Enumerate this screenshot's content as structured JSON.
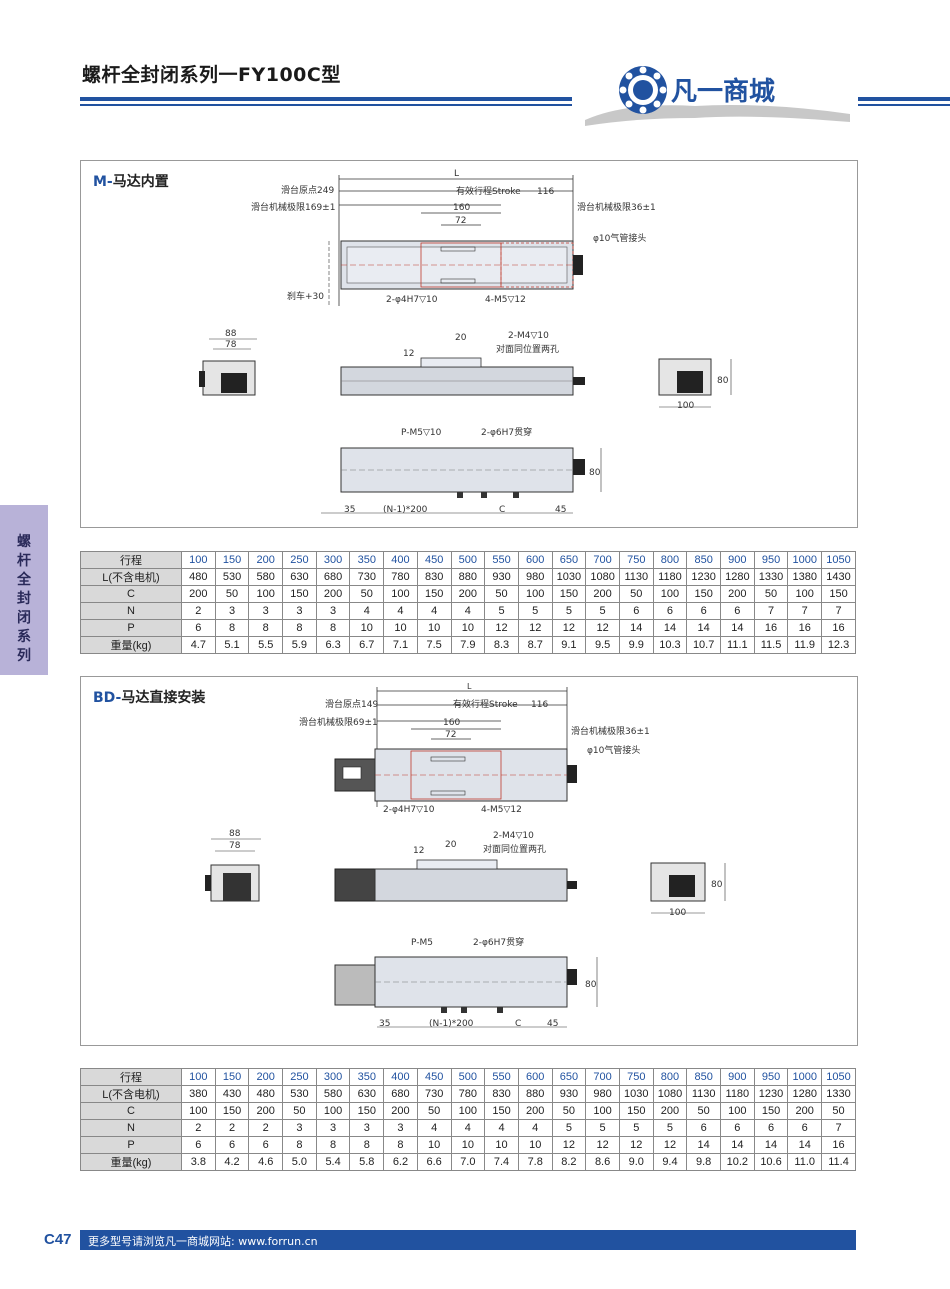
{
  "header": {
    "title": "螺杆全封闭系列一FY100C型",
    "logo_text": "凡一商城"
  },
  "side_tab": {
    "label": "螺杆全封闭系列",
    "chars": [
      "螺",
      "杆",
      "全",
      "封",
      "闭",
      "系",
      "列"
    ]
  },
  "section_m": {
    "code": "M-",
    "title": "马达内置",
    "labels": {
      "L": "L",
      "origin": "滑台原点249",
      "mech_limit_left": "滑台机械极限169±1",
      "stroke": "有效行程Stroke",
      "dim116": "116",
      "dim160": "160",
      "dim72": "72",
      "mech_limit_right": "滑台机械极限36±1",
      "air": "φ10气管接头",
      "brake": "刹车+30",
      "hole1": "2-φ4H7▽10",
      "hole2": "4-M5▽12",
      "dim88": "88",
      "dim78": "78",
      "dim20": "20",
      "m4": "2-M4▽10",
      "opp": "对面同位置两孔",
      "dim12": "12",
      "dim80": "80",
      "dim100": "100",
      "pm5": "P-M5▽10",
      "h6": "2-φ6H7贯穿",
      "dim35": "35",
      "n200": "(N-1)*200",
      "C": "C",
      "dim45": "45",
      "dim80b": "80"
    }
  },
  "table_m": {
    "row_heads": [
      "行程",
      "L(不含电机)",
      "C",
      "N",
      "P",
      "重量(kg)"
    ],
    "stroke": [
      "100",
      "150",
      "200",
      "250",
      "300",
      "350",
      "400",
      "450",
      "500",
      "550",
      "600",
      "650",
      "700",
      "750",
      "800",
      "850",
      "900",
      "950",
      "1000",
      "1050"
    ],
    "L": [
      "480",
      "530",
      "580",
      "630",
      "680",
      "730",
      "780",
      "830",
      "880",
      "930",
      "980",
      "1030",
      "1080",
      "1130",
      "1180",
      "1230",
      "1280",
      "1330",
      "1380",
      "1430"
    ],
    "C": [
      "200",
      "50",
      "100",
      "150",
      "200",
      "50",
      "100",
      "150",
      "200",
      "50",
      "100",
      "150",
      "200",
      "50",
      "100",
      "150",
      "200",
      "50",
      "100",
      "150"
    ],
    "N": [
      "2",
      "3",
      "3",
      "3",
      "3",
      "4",
      "4",
      "4",
      "4",
      "5",
      "5",
      "5",
      "5",
      "6",
      "6",
      "6",
      "6",
      "7",
      "7",
      "7"
    ],
    "P": [
      "6",
      "8",
      "8",
      "8",
      "8",
      "10",
      "10",
      "10",
      "10",
      "12",
      "12",
      "12",
      "12",
      "14",
      "14",
      "14",
      "14",
      "16",
      "16",
      "16"
    ],
    "W": [
      "4.7",
      "5.1",
      "5.5",
      "5.9",
      "6.3",
      "6.7",
      "7.1",
      "7.5",
      "7.9",
      "8.3",
      "8.7",
      "9.1",
      "9.5",
      "9.9",
      "10.3",
      "10.7",
      "11.1",
      "11.5",
      "11.9",
      "12.3"
    ]
  },
  "section_bd": {
    "code": "BD-",
    "title": "马达直接安装",
    "labels": {
      "L": "L",
      "origin": "滑台原点149",
      "mech_limit_left": "滑台机械极限69±1",
      "stroke": "有效行程Stroke",
      "dim116": "116",
      "dim160": "160",
      "dim72": "72",
      "mech_limit_right": "滑台机械极限36±1",
      "air": "φ10气管接头",
      "hole1": "2-φ4H7▽10",
      "hole2": "4-M5▽12",
      "dim88": "88",
      "dim78": "78",
      "dim20": "20",
      "m4": "2-M4▽10",
      "opp": "对面同位置两孔",
      "dim12": "12",
      "dim80": "80",
      "dim100": "100",
      "pm5": "P-M5",
      "h6": "2-φ6H7贯穿",
      "dim35": "35",
      "n200": "(N-1)*200",
      "C": "C",
      "dim45": "45",
      "dim80b": "80"
    }
  },
  "table_bd": {
    "row_heads": [
      "行程",
      "L(不含电机)",
      "C",
      "N",
      "P",
      "重量(kg)"
    ],
    "stroke": [
      "100",
      "150",
      "200",
      "250",
      "300",
      "350",
      "400",
      "450",
      "500",
      "550",
      "600",
      "650",
      "700",
      "750",
      "800",
      "850",
      "900",
      "950",
      "1000",
      "1050"
    ],
    "L": [
      "380",
      "430",
      "480",
      "530",
      "580",
      "630",
      "680",
      "730",
      "780",
      "830",
      "880",
      "930",
      "980",
      "1030",
      "1080",
      "1130",
      "1180",
      "1230",
      "1280",
      "1330"
    ],
    "C": [
      "100",
      "150",
      "200",
      "50",
      "100",
      "150",
      "200",
      "50",
      "100",
      "150",
      "200",
      "50",
      "100",
      "150",
      "200",
      "50",
      "100",
      "150",
      "200",
      "50"
    ],
    "N": [
      "2",
      "2",
      "2",
      "3",
      "3",
      "3",
      "3",
      "4",
      "4",
      "4",
      "4",
      "5",
      "5",
      "5",
      "5",
      "6",
      "6",
      "6",
      "6",
      "7"
    ],
    "P": [
      "6",
      "6",
      "6",
      "8",
      "8",
      "8",
      "8",
      "10",
      "10",
      "10",
      "10",
      "12",
      "12",
      "12",
      "12",
      "14",
      "14",
      "14",
      "14",
      "16"
    ],
    "W": [
      "3.8",
      "4.2",
      "4.6",
      "5.0",
      "5.4",
      "5.8",
      "6.2",
      "6.6",
      "7.0",
      "7.4",
      "7.8",
      "8.2",
      "8.6",
      "9.0",
      "9.4",
      "9.8",
      "10.2",
      "10.6",
      "11.0",
      "11.4"
    ]
  },
  "footer": {
    "page": "C47",
    "text": "更多型号请浏览凡一商城网站: www.forrun.cn"
  },
  "colors": {
    "brand_blue": "#2152a0",
    "side_tab": "#b8b2d8",
    "table_head_bg": "#d9d9d9"
  }
}
